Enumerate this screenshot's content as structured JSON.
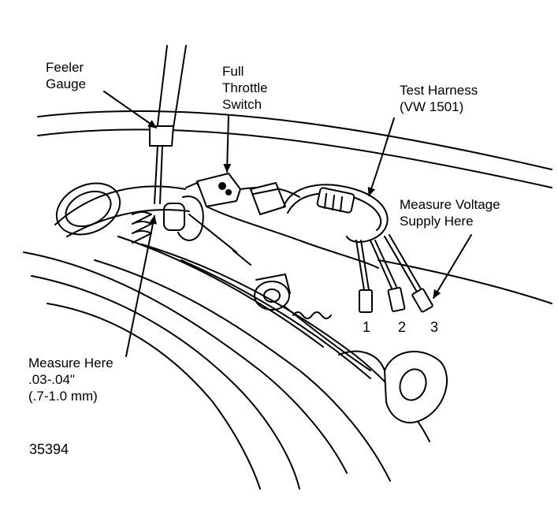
{
  "labels": {
    "feeler_gauge": [
      "Feeler",
      "Gauge"
    ],
    "full_throttle_switch": [
      "Full",
      "Throttle",
      "Switch"
    ],
    "test_harness": [
      "Test Harness",
      "(VW 1501)"
    ],
    "measure_voltage": [
      "Measure Voltage",
      "Supply Here"
    ],
    "measure_here": [
      "Measure Here",
      ".03-.04\"",
      "(.7-1.0 mm)"
    ],
    "terminals": [
      "1",
      "2",
      "3"
    ],
    "figure_number": "35394"
  },
  "colors": {
    "ink": "#000000",
    "paper": "#ffffff"
  }
}
